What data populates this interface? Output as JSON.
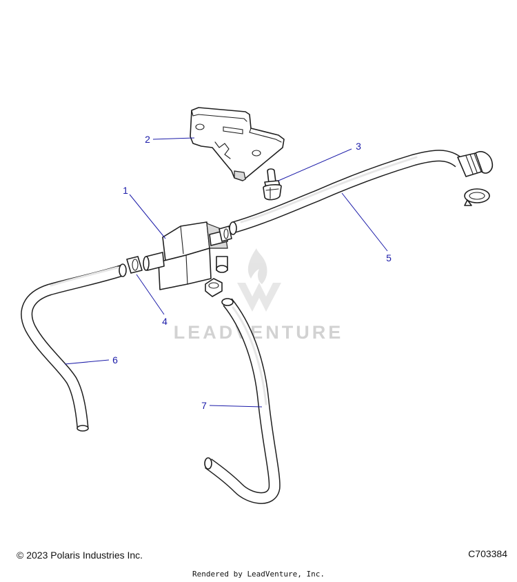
{
  "callouts": [
    {
      "id": "1",
      "label": "1"
    },
    {
      "id": "2",
      "label": "2"
    },
    {
      "id": "3",
      "label": "3"
    },
    {
      "id": "4",
      "label": "4"
    },
    {
      "id": "5",
      "label": "5"
    },
    {
      "id": "6",
      "label": "6"
    },
    {
      "id": "7",
      "label": "7"
    }
  ],
  "watermark": {
    "text": "LEADVENTURE",
    "logo": "leadventure-flame-logo"
  },
  "footer": {
    "copyright": "© 2023 Polaris Industries Inc.",
    "diagram_code": "C703384",
    "rendered_by": "Rendered by LeadVenture, Inc."
  },
  "colors": {
    "callout": "#1a1aa8",
    "line": "#1e1e1e",
    "watermark": "#d2d2d2"
  }
}
